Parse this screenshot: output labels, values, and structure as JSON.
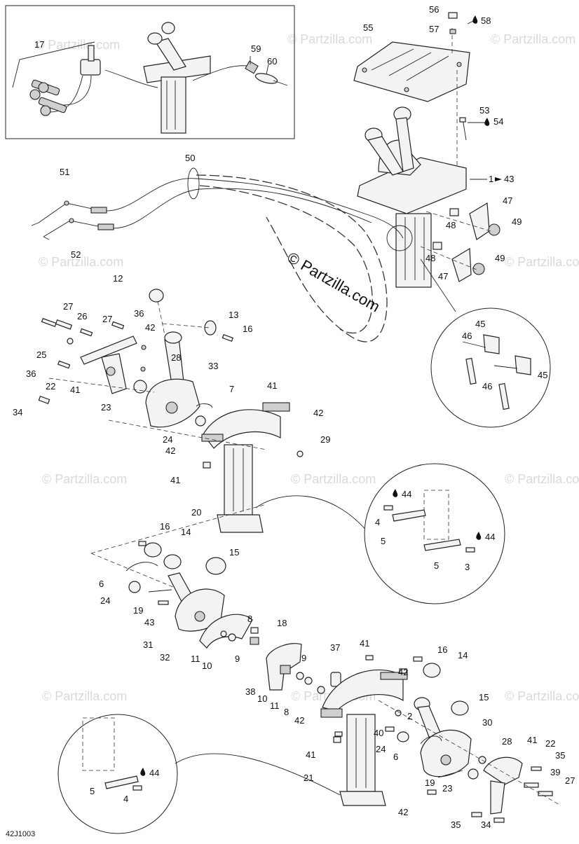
{
  "watermark_text": "© Partzilla.com",
  "brand_text": "© Partzilla.com",
  "drawing_code": "42J1003",
  "callouts": [
    {
      "id": "c56",
      "text": "56"
    },
    {
      "id": "c58",
      "text": "58"
    },
    {
      "id": "c55",
      "text": "55"
    },
    {
      "id": "c57",
      "text": "57"
    },
    {
      "id": "c53",
      "text": "53"
    },
    {
      "id": "c54",
      "text": "54"
    },
    {
      "id": "c1",
      "text": "1"
    },
    {
      "id": "c43a",
      "text": "43"
    },
    {
      "id": "c47a",
      "text": "47"
    },
    {
      "id": "c48a",
      "text": "48"
    },
    {
      "id": "c49a",
      "text": "49"
    },
    {
      "id": "c48b",
      "text": "48"
    },
    {
      "id": "c49b",
      "text": "49"
    },
    {
      "id": "c47b",
      "text": "47"
    },
    {
      "id": "c17",
      "text": "17"
    },
    {
      "id": "c59",
      "text": "59"
    },
    {
      "id": "c60",
      "text": "60"
    },
    {
      "id": "c50",
      "text": "50"
    },
    {
      "id": "c51",
      "text": "51"
    },
    {
      "id": "c52",
      "text": "52"
    },
    {
      "id": "c12",
      "text": "12"
    },
    {
      "id": "c27a",
      "text": "27"
    },
    {
      "id": "c26",
      "text": "26"
    },
    {
      "id": "c27b",
      "text": "27"
    },
    {
      "id": "c36a",
      "text": "36"
    },
    {
      "id": "c13",
      "text": "13"
    },
    {
      "id": "c16a",
      "text": "16"
    },
    {
      "id": "c42a",
      "text": "42"
    },
    {
      "id": "c25",
      "text": "25"
    },
    {
      "id": "c28a",
      "text": "28"
    },
    {
      "id": "c36b",
      "text": "36"
    },
    {
      "id": "c22a",
      "text": "22"
    },
    {
      "id": "c41a",
      "text": "41"
    },
    {
      "id": "c33",
      "text": "33"
    },
    {
      "id": "c7",
      "text": "7"
    },
    {
      "id": "c41b",
      "text": "41"
    },
    {
      "id": "c23a",
      "text": "23"
    },
    {
      "id": "c34a",
      "text": "34"
    },
    {
      "id": "c42b",
      "text": "42"
    },
    {
      "id": "c24a",
      "text": "24"
    },
    {
      "id": "c42c",
      "text": "42"
    },
    {
      "id": "c29",
      "text": "29"
    },
    {
      "id": "c41c",
      "text": "41"
    },
    {
      "id": "c20",
      "text": "20"
    },
    {
      "id": "c45a",
      "text": "45"
    },
    {
      "id": "c46a",
      "text": "46"
    },
    {
      "id": "c45b",
      "text": "45"
    },
    {
      "id": "c46b",
      "text": "46"
    },
    {
      "id": "c44a",
      "text": "44"
    },
    {
      "id": "c4a",
      "text": "4"
    },
    {
      "id": "c5a",
      "text": "5"
    },
    {
      "id": "c44b",
      "text": "44"
    },
    {
      "id": "c5b",
      "text": "5"
    },
    {
      "id": "c3",
      "text": "3"
    },
    {
      "id": "c16b",
      "text": "16"
    },
    {
      "id": "c14a",
      "text": "14"
    },
    {
      "id": "c15a",
      "text": "15"
    },
    {
      "id": "c6a",
      "text": "6"
    },
    {
      "id": "c24b",
      "text": "24"
    },
    {
      "id": "c19a",
      "text": "19"
    },
    {
      "id": "c43b",
      "text": "43"
    },
    {
      "id": "c8a",
      "text": "8"
    },
    {
      "id": "c18",
      "text": "18"
    },
    {
      "id": "c31",
      "text": "31"
    },
    {
      "id": "c32",
      "text": "32"
    },
    {
      "id": "c11a",
      "text": "11"
    },
    {
      "id": "c10a",
      "text": "10"
    },
    {
      "id": "c9a",
      "text": "9"
    },
    {
      "id": "c9b",
      "text": "9"
    },
    {
      "id": "c38",
      "text": "38"
    },
    {
      "id": "c10b",
      "text": "10"
    },
    {
      "id": "c11b",
      "text": "11"
    },
    {
      "id": "c8b",
      "text": "8"
    },
    {
      "id": "c37",
      "text": "37"
    },
    {
      "id": "c41d",
      "text": "41"
    },
    {
      "id": "c16c",
      "text": "16"
    },
    {
      "id": "c14b",
      "text": "14"
    },
    {
      "id": "c42d",
      "text": "42"
    },
    {
      "id": "c15b",
      "text": "15"
    },
    {
      "id": "c42e",
      "text": "42"
    },
    {
      "id": "c2",
      "text": "2"
    },
    {
      "id": "c30",
      "text": "30"
    },
    {
      "id": "c40",
      "text": "40"
    },
    {
      "id": "c24c",
      "text": "24"
    },
    {
      "id": "c6b",
      "text": "6"
    },
    {
      "id": "c41e",
      "text": "41"
    },
    {
      "id": "c28b",
      "text": "28"
    },
    {
      "id": "c41f",
      "text": "41"
    },
    {
      "id": "c22b",
      "text": "22"
    },
    {
      "id": "c35a",
      "text": "35"
    },
    {
      "id": "c21",
      "text": "21"
    },
    {
      "id": "c19b",
      "text": "19"
    },
    {
      "id": "c23b",
      "text": "23"
    },
    {
      "id": "c39",
      "text": "39"
    },
    {
      "id": "c27c",
      "text": "27"
    },
    {
      "id": "c42f",
      "text": "42"
    },
    {
      "id": "c35b",
      "text": "35"
    },
    {
      "id": "c34b",
      "text": "34"
    },
    {
      "id": "c44c",
      "text": "44"
    },
    {
      "id": "c5c",
      "text": "5"
    },
    {
      "id": "c4b",
      "text": "4"
    }
  ]
}
